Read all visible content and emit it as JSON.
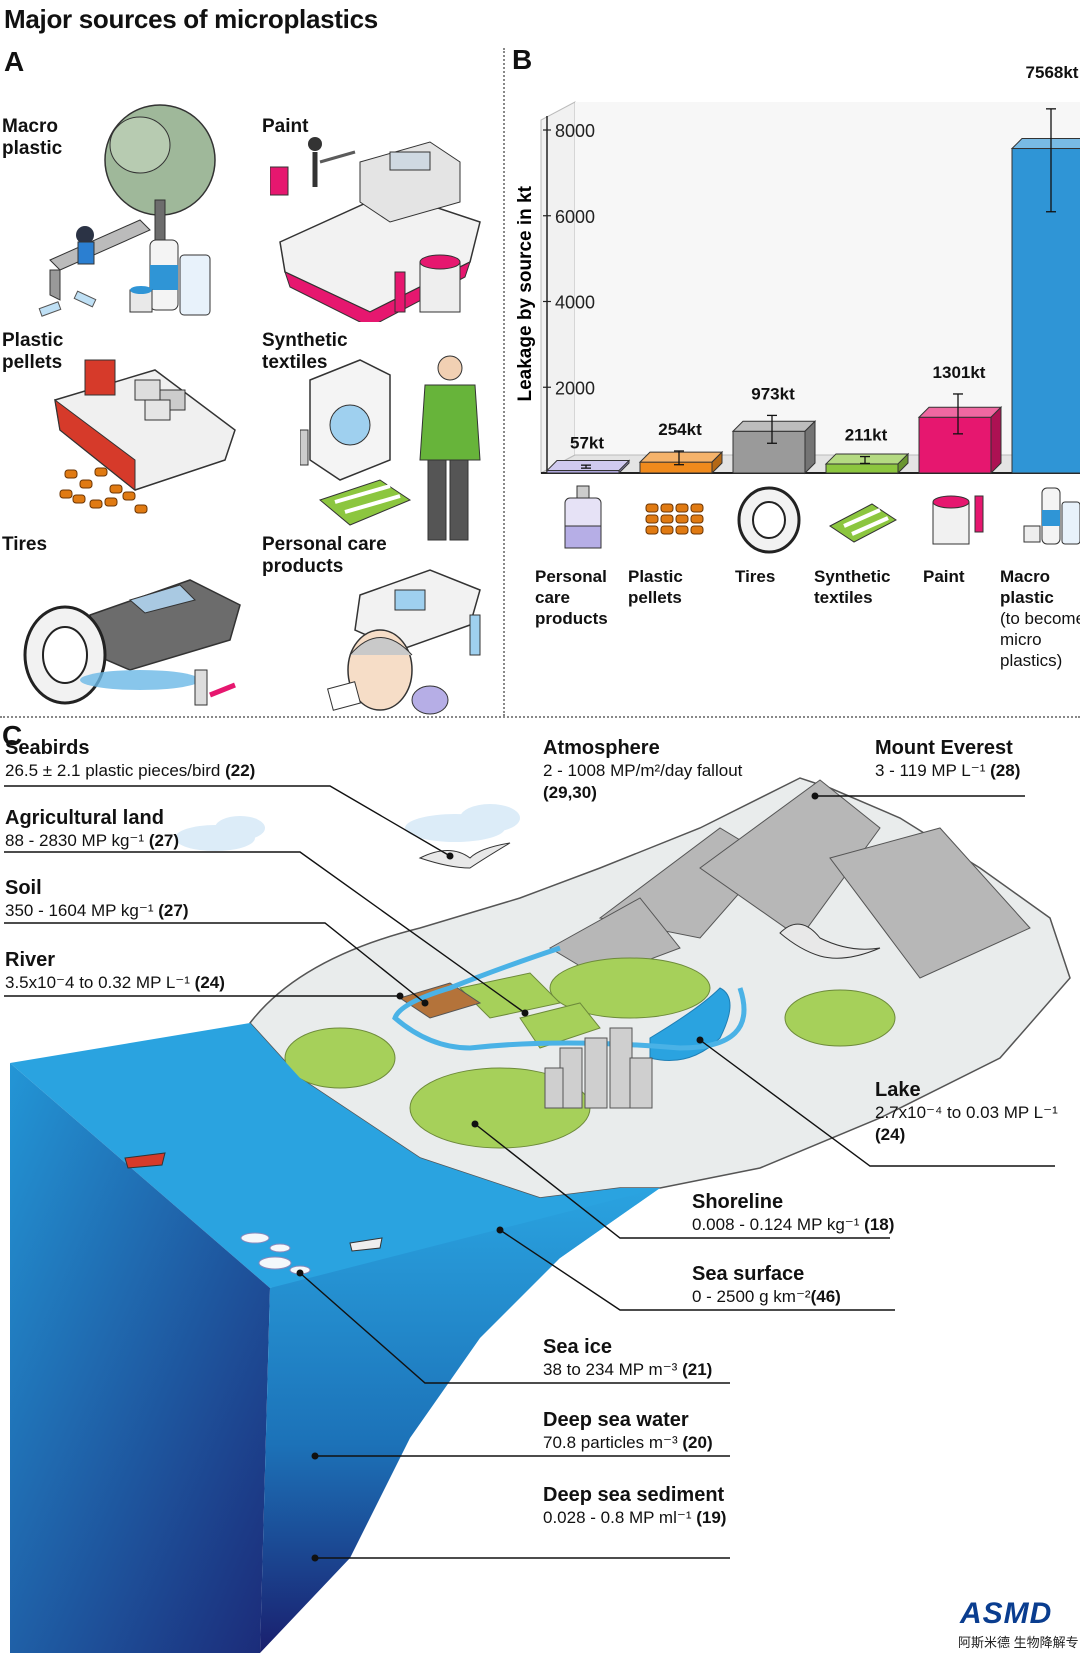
{
  "title": "Major sources of microplastics",
  "panels": {
    "a": "A",
    "b": "B",
    "c": "C"
  },
  "sources": {
    "macro": "Macro\nplastic",
    "paint": "Paint",
    "pellets": "Plastic\npellets",
    "textiles": "Synthetic\ntextiles",
    "tires": "Tires",
    "personal": "Personal care\nproducts"
  },
  "chart_data": {
    "type": "bar",
    "ylabel": "Leakage by source in kt",
    "ylim": [
      0,
      8000
    ],
    "yticks": [
      2000,
      4000,
      6000,
      8000
    ],
    "categories": [
      "Personal care products",
      "Plastic pellets",
      "Tires",
      "Synthetic textiles",
      "Paint",
      "Macro plastic (to become micro plastics)"
    ],
    "category_lines": [
      [
        "Personal",
        "care",
        "products"
      ],
      [
        "Plastic",
        "pellets"
      ],
      [
        "Tires"
      ],
      [
        "Synthetic",
        "textiles"
      ],
      [
        "Paint"
      ],
      [
        "Macro",
        "plastic"
      ]
    ],
    "category_note": [
      "(to become",
      "micro",
      "plastics)"
    ],
    "values": [
      57,
      254,
      973,
      211,
      1301,
      7568
    ],
    "value_labels": [
      "57kt",
      "254kt",
      "973kt",
      "211kt",
      "1301kt",
      "7568kt"
    ],
    "error_bars": [
      [
        20,
        90
      ],
      [
        100,
        420
      ],
      [
        600,
        1250
      ],
      [
        130,
        290
      ],
      [
        820,
        1750
      ],
      [
        6000,
        8400
      ]
    ],
    "colors": [
      "#b6aee6",
      "#f08a1c",
      "#9a9a9a",
      "#8cc63f",
      "#e6176f",
      "#2f95d6"
    ]
  },
  "locations": {
    "seabirds": {
      "name": "Seabirds",
      "value": "26.5 ± 2.1 plastic pieces/bird",
      "ref": "(22)"
    },
    "atmosphere": {
      "name": "Atmosphere",
      "value": "2 - 1008 MP/m²/day fallout",
      "ref": "(29,30)"
    },
    "everest": {
      "name": "Mount Everest",
      "value": "3 - 119 MP L⁻¹",
      "ref": "(28)"
    },
    "agri": {
      "name": "Agricultural land",
      "value": "88 - 2830 MP kg⁻¹",
      "ref": "(27)"
    },
    "soil": {
      "name": "Soil",
      "value": "350 - 1604 MP kg⁻¹",
      "ref": "(27)"
    },
    "river": {
      "name": "River",
      "value": "3.5x10⁻4  to 0.32 MP L⁻¹",
      "ref": "(24)"
    },
    "lake": {
      "name": "Lake",
      "value": "2.7x10⁻⁴ to 0.03 MP L⁻¹",
      "ref": "(24)"
    },
    "shoreline": {
      "name": "Shoreline",
      "value": "0.008 - 0.124 MP kg⁻¹",
      "ref": "(18)"
    },
    "seasurface": {
      "name": "Sea surface",
      "value": "0 - 2500 g km⁻²",
      "ref": "(46)"
    },
    "seaice": {
      "name": "Sea ice",
      "value": "38 to 234 MP m⁻³",
      "ref": "(21)"
    },
    "deepwater": {
      "name": "Deep sea water",
      "value": "70.8 particles m⁻³",
      "ref": "(20)"
    },
    "sediment": {
      "name": "Deep sea sediment",
      "value": "0.028 - 0.8 MP ml⁻¹",
      "ref": "(19)"
    }
  },
  "logo": {
    "text": "ASMD",
    "subtitle": "阿斯米德 生物降解专家"
  },
  "colors": {
    "ocean_top": "#2aa3e0",
    "ocean_deep": "#1a1f6e",
    "land": "#e9ecec",
    "green": "#a6d05a"
  }
}
